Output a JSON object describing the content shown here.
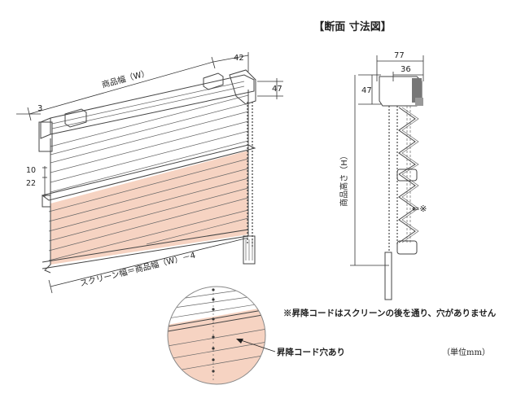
{
  "title": "【断面 寸法図】",
  "left_view": {
    "dim_width_label": "商品幅（W）",
    "dim_42": "42",
    "dim_47": "47",
    "dim_3": "3",
    "dim_10": "10",
    "dim_22": "22",
    "screen_width_label": "スクリーン幅＝商品幅（W）－4"
  },
  "section_view": {
    "dim_77": "77",
    "dim_36": "36",
    "dim_47": "47",
    "height_label": "商品高さ（H）",
    "marker": "⇐※"
  },
  "note": "※昇降コードはスクリーンの後を通り、穴がありません",
  "detail_label": "昇降コード穴あり",
  "unit": "（単位mm）",
  "colors": {
    "screen_fill": "#f6d3c2",
    "line": "#444444",
    "marker": "#d9442c"
  }
}
